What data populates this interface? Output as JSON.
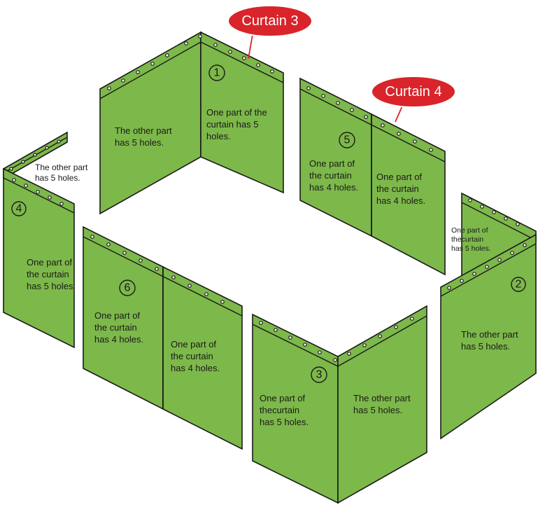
{
  "callouts": {
    "curtain3": "Curtain 3",
    "curtain4": "Curtain 4"
  },
  "colors": {
    "panel": "#7db84a",
    "callout": "#d8242a",
    "outline": "#1a1a1a"
  },
  "sections": {
    "s1": {
      "number": "1",
      "left": [
        "The other part",
        "has 5 holes."
      ],
      "right": [
        "One part of the",
        "curtain has 5",
        "holes."
      ]
    },
    "s2": {
      "number": "2",
      "back": [
        "One part of",
        "thecurtain",
        "has 5 holes."
      ],
      "front": [
        "The other part",
        "has 5 holes."
      ]
    },
    "s3": {
      "number": "3",
      "left": [
        "One part of",
        "thecurtain",
        "has 5 holes."
      ],
      "right": [
        "The other part",
        "has 5 holes."
      ]
    },
    "s4": {
      "number": "4",
      "back": [
        "The other part",
        "has 5 holes."
      ],
      "front": [
        "One part of",
        "the curtain",
        "has 5 holes."
      ]
    },
    "s5": {
      "number": "5",
      "left": [
        "One part of",
        "the curtain",
        "has 4 holes."
      ],
      "right": [
        "One part of",
        "the curtain",
        "has 4 holes."
      ]
    },
    "s6": {
      "number": "6",
      "left": [
        "One part of",
        "the curtain",
        "has 4 holes."
      ],
      "right": [
        "One part of",
        "the curtain",
        "has 4 holes."
      ]
    }
  }
}
